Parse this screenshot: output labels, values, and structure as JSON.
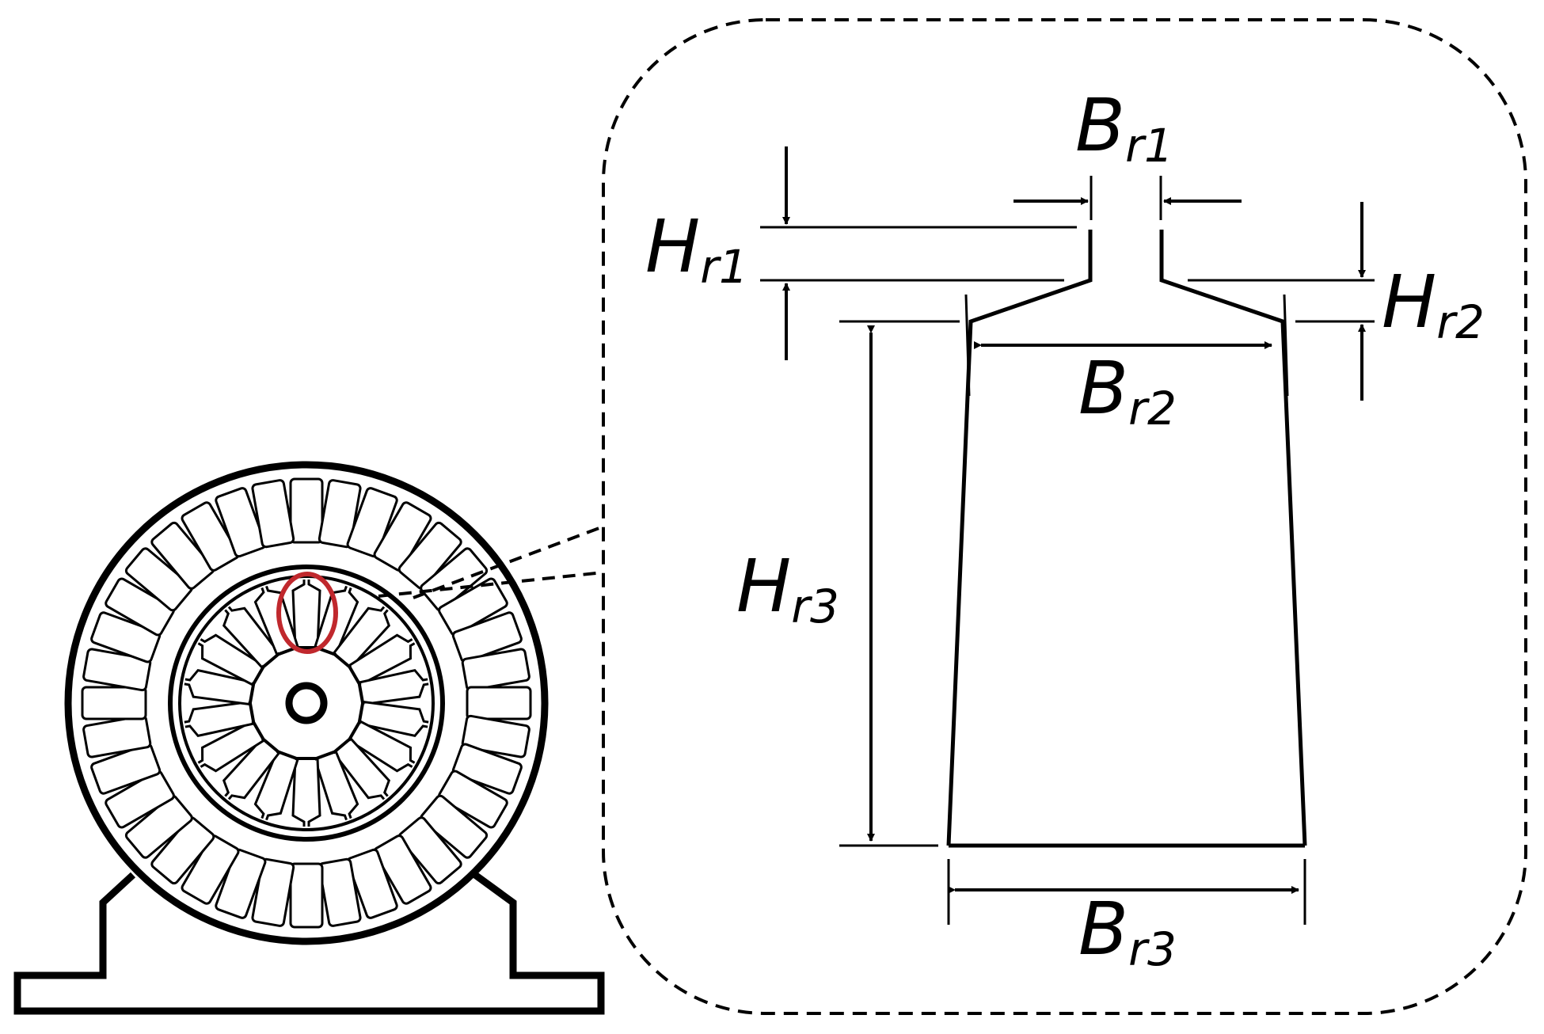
{
  "colors": {
    "line": "#000000",
    "highlight": "#c0282d",
    "background": "#ffffff"
  },
  "labels": {
    "br1": {
      "main": "B",
      "sub": "r1"
    },
    "br2": {
      "main": "B",
      "sub": "r2"
    },
    "br3": {
      "main": "B",
      "sub": "r3"
    },
    "hr1": {
      "main": "H",
      "sub": "r1"
    },
    "hr2": {
      "main": "H",
      "sub": "r2"
    },
    "hr3": {
      "main": "H",
      "sub": "r3"
    }
  },
  "motor": {
    "stator_slots": 36,
    "rotor_slots": 18
  }
}
